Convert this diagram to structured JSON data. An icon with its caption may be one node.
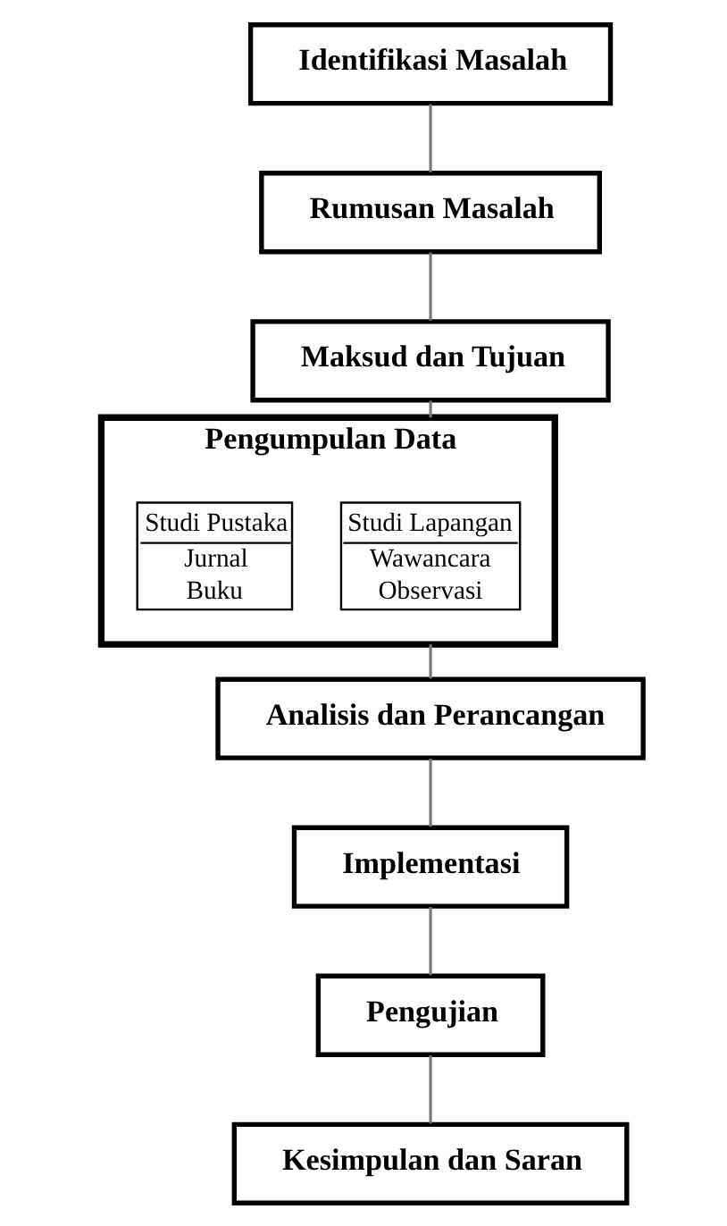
{
  "diagram": {
    "nodes": [
      {
        "text": [
          "Identifikasi Masalah"
        ]
      },
      {
        "text": [
          "Rumusan Masalah"
        ]
      },
      {
        "text": [
          "Maksud dan Tujuan"
        ]
      },
      {
        "text": [
          "Pengumpulan Data"
        ]
      },
      {
        "text": [
          "Studi Lapangan",
          "Wawancara",
          "Observasi"
        ],
        "in": 3
      },
      {
        "text": [
          "Studi Pustaka",
          "Jurnal",
          "Buku"
        ],
        "in": 3
      },
      {
        "text": [
          "Analisis dan Perancangan"
        ]
      },
      {
        "text": [
          "Implementasi"
        ]
      },
      {
        "text": [
          "Pengujian"
        ]
      },
      {
        "text": [
          "Kesimpulan dan Saran"
        ]
      }
    ],
    "edges": [
      {
        "from": 0,
        "to": 1,
        "arrow": "none"
      },
      {
        "from": 1,
        "to": 2,
        "arrow": "none"
      },
      {
        "from": 2,
        "to": 3,
        "arrow": "none"
      },
      {
        "from": 3,
        "to": 6,
        "arrow": "none"
      },
      {
        "from": 6,
        "to": 7,
        "arrow": "none"
      },
      {
        "from": 7,
        "to": 8,
        "arrow": "none"
      },
      {
        "from": 8,
        "to": 9,
        "arrow": "none"
      }
    ]
  }
}
